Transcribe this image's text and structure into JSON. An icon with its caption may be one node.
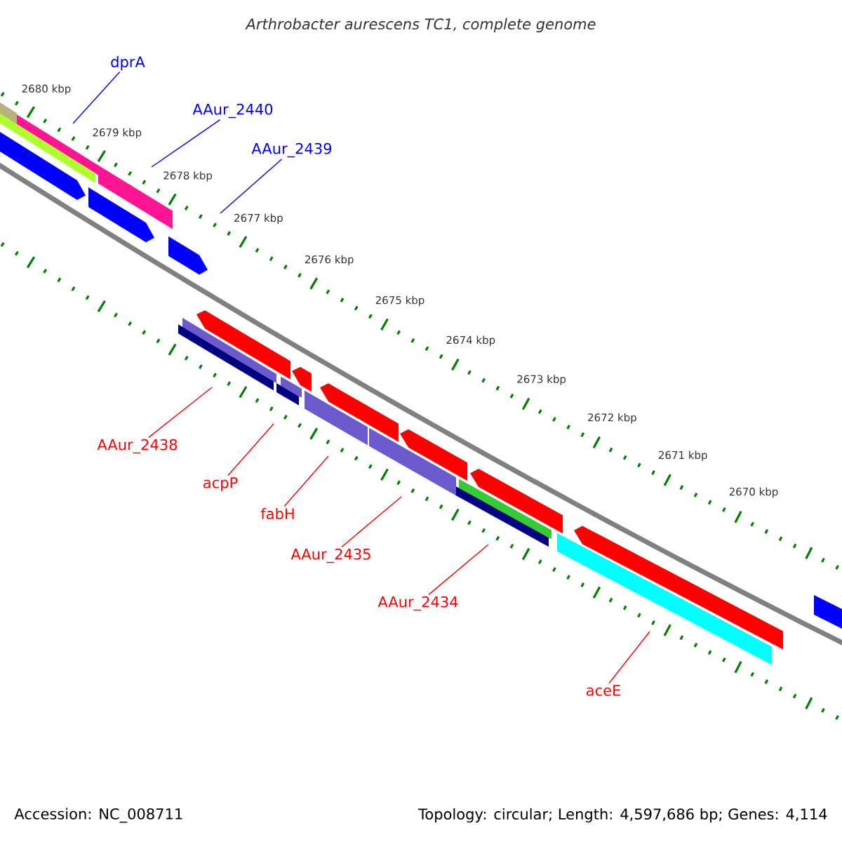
{
  "diagram": {
    "title": "Arthrobacter aurescens TC1, complete genome",
    "nodes": [
      {
        "text": [
          "dprA"
        ]
      },
      {
        "text": [
          "AAur_2440"
        ]
      },
      {
        "text": [
          "AAur_2439"
        ]
      },
      {
        "text": [
          "AAur_2438"
        ]
      },
      {
        "text": [
          "acpP"
        ]
      },
      {
        "text": [
          "fabH"
        ]
      },
      {
        "text": [
          "AAur_2435"
        ]
      },
      {
        "text": [
          "AAur_2434"
        ]
      },
      {
        "text": [
          "aceE"
        ]
      }
    ],
    "edges": [
      {
        "from": 0,
        "to": null,
        "arrow": "none",
        "color": "#0000ff"
      },
      {
        "from": 1,
        "to": null,
        "arrow": "none",
        "color": "#0000ff"
      },
      {
        "from": 2,
        "to": null,
        "arrow": "none",
        "color": "#0000ff"
      },
      {
        "from": 3,
        "to": null,
        "arrow": "none"
      },
      {
        "from": 4,
        "to": null,
        "arrow": "none"
      },
      {
        "from": 5,
        "to": null,
        "arrow": "none"
      },
      {
        "from": 6,
        "to": null,
        "arrow": "none"
      },
      {
        "from": 7,
        "to": null,
        "arrow": "none"
      },
      {
        "from": 8,
        "to": null,
        "arrow": "none"
      }
    ],
    "labels": [
      "2680 kbp",
      "2679 kbp",
      "2678 kbp",
      "2677 kbp",
      "2676 kbp",
      "2675 kbp",
      "2674 kbp",
      "2673 kbp",
      "2672 kbp",
      "2671 kbp",
      "2670 kbp",
      "Accession: NC_008711",
      "Topology: circular; Length: 4,597,686 bp; Genes: 4,114"
    ]
  }
}
